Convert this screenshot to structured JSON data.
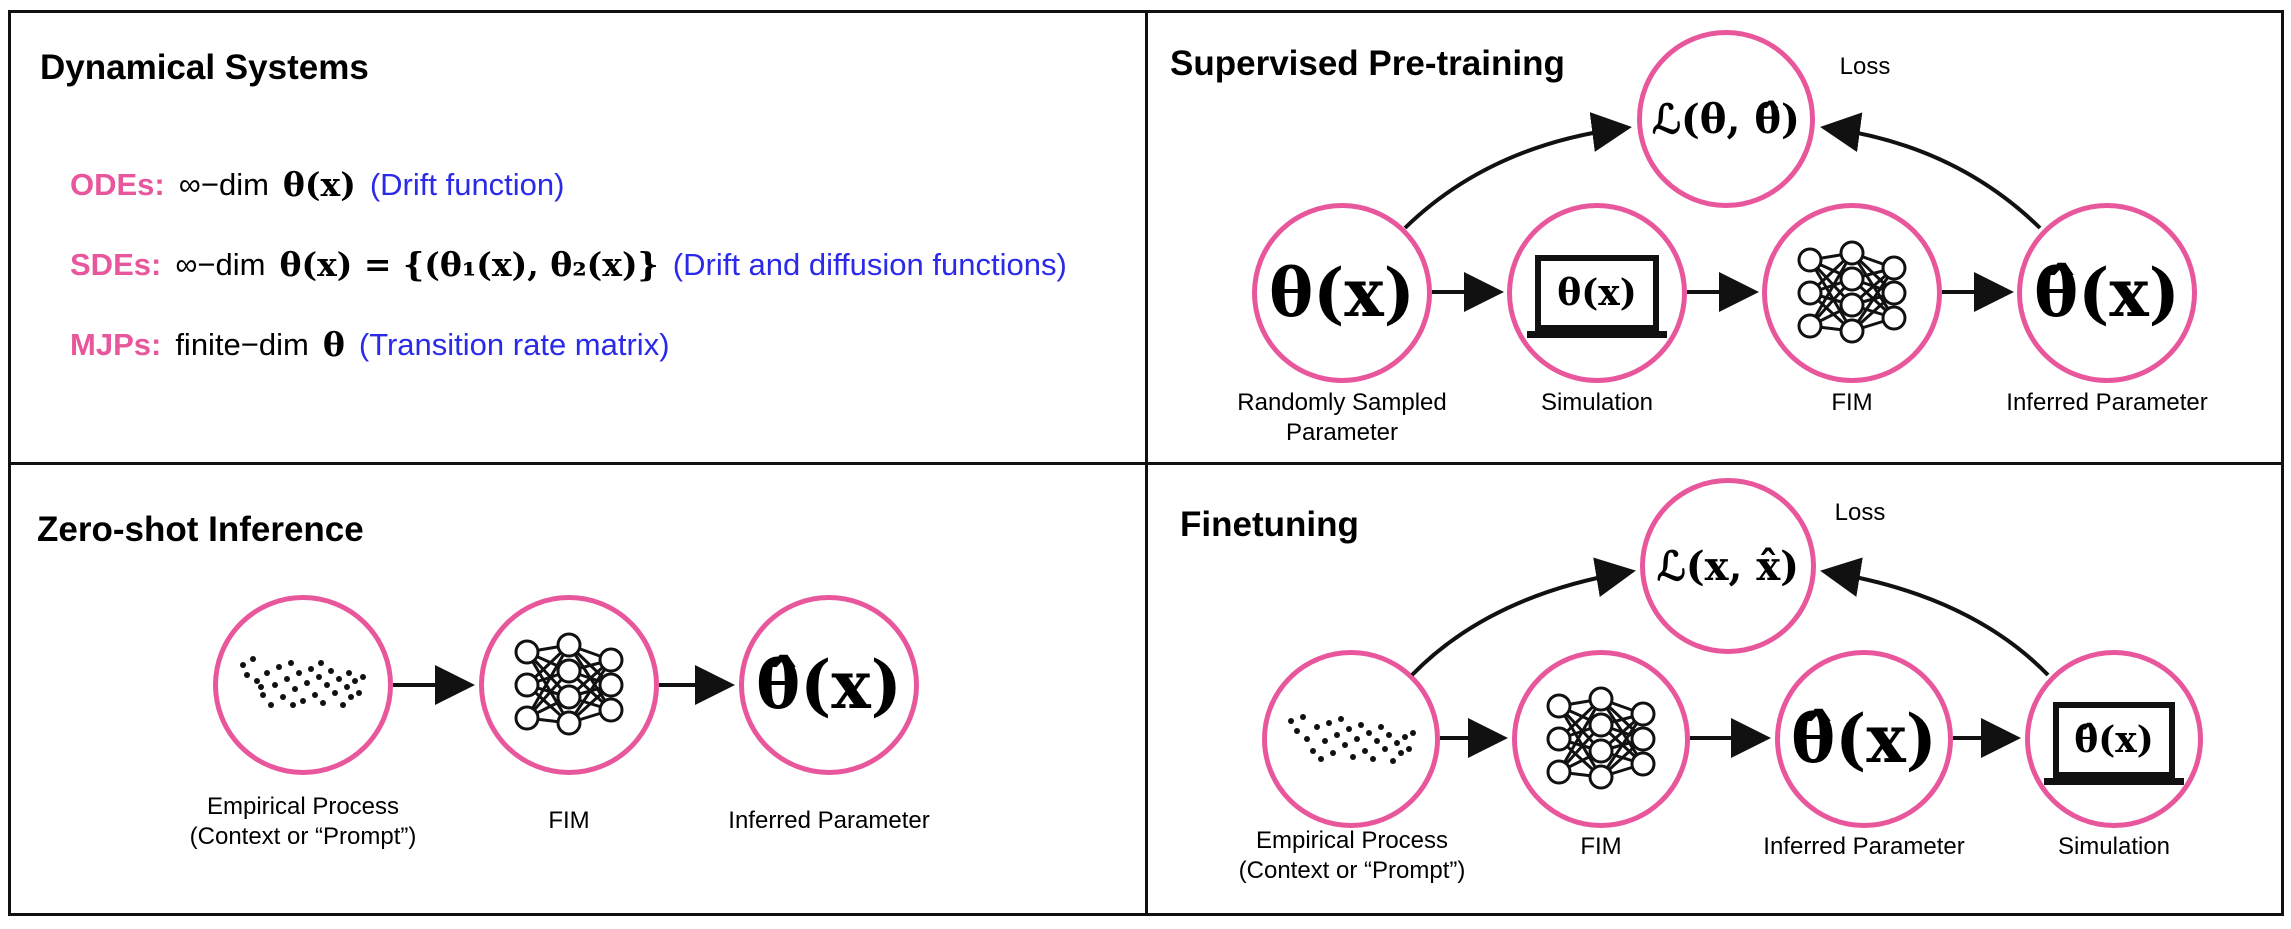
{
  "panels": {
    "dynamical": {
      "title": "Dynamical Systems",
      "rows": [
        {
          "label": "ODEs:",
          "expr_prefix": "∞−dim",
          "expr": "θ(x)",
          "note": "(Drift function)"
        },
        {
          "label": "SDEs:",
          "expr_prefix": "∞−dim",
          "expr": "θ(x) = {(θ₁(x), θ₂(x)}",
          "note": "(Drift and diffusion functions)"
        },
        {
          "label": "MJPs:",
          "expr_prefix": "finite−dim",
          "expr": "θ",
          "note": "(Transition rate matrix)"
        }
      ]
    },
    "pretraining": {
      "title": "Supervised Pre-training",
      "loss_label": "Loss",
      "loss_expr": "ℒ(θ, θ̂)",
      "nodes": [
        {
          "expr": "θ(x)",
          "caption": "Randomly Sampled\nParameter"
        },
        {
          "expr": "θ(x)",
          "caption": "Simulation"
        },
        {
          "expr": "",
          "caption": "FIM"
        },
        {
          "expr": "θ̂(x)",
          "caption": "Inferred Parameter"
        }
      ]
    },
    "zeroshot": {
      "title": "Zero-shot Inference",
      "nodes": [
        {
          "expr": "",
          "caption": "Empirical Process\n(Context or “Prompt”)"
        },
        {
          "expr": "",
          "caption": "FIM"
        },
        {
          "expr": "θ̂(x)",
          "caption": "Inferred Parameter"
        }
      ]
    },
    "finetuning": {
      "title": "Finetuning",
      "loss_label": "Loss",
      "loss_expr": "ℒ(x, x̂)",
      "nodes": [
        {
          "expr": "",
          "caption": "Empirical Process\n(Context or “Prompt”)"
        },
        {
          "expr": "",
          "caption": "FIM"
        },
        {
          "expr": "θ̂(x)",
          "caption": "Inferred Parameter"
        },
        {
          "expr": "θ̂(x)",
          "caption": "Simulation"
        }
      ]
    }
  },
  "colors": {
    "accent": "#e8579c",
    "note": "#2a2ae8",
    "line": "#111111"
  }
}
